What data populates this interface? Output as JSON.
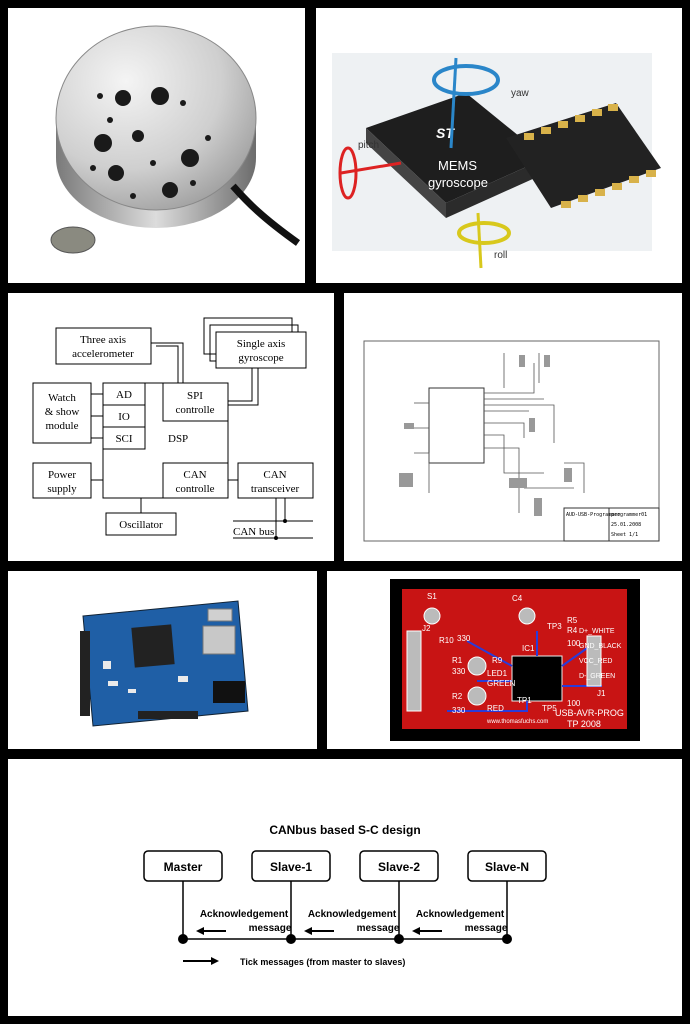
{
  "gyro_photo": {
    "labels": {
      "yaw": "yaw",
      "pitch": "pitch",
      "roll": "roll"
    },
    "chip_text": {
      "brand": "ST",
      "line1": "MEMS",
      "line2": "gyroscope"
    }
  },
  "block_diagram": {
    "accelerometer": [
      "Three axis",
      "accelerometer"
    ],
    "gyroscope": [
      "Single axis",
      "gyroscope"
    ],
    "watch_module": [
      "Watch",
      "& show",
      "module"
    ],
    "power_supply": [
      "Power",
      "supply"
    ],
    "ad": "AD",
    "io": "IO",
    "sci": "SCI",
    "dsp": "DSP",
    "spi": [
      "SPI",
      "controlle"
    ],
    "can_ctrl": [
      "CAN",
      "controlle"
    ],
    "can_trans": [
      "CAN",
      "transceiver"
    ],
    "oscillator": "Oscillator",
    "can_bus": "CAN bus"
  },
  "schematic": {
    "title_block": [
      "AUD-USB-Programmer",
      "programmer01",
      "25.01.2008",
      "Sheet 1/1"
    ]
  },
  "pcb_layout": {
    "labels": [
      "S1",
      "R10",
      "R1",
      "R2",
      "330",
      "330",
      "330",
      "100",
      "100",
      "R5",
      "R4",
      "R9",
      "C4",
      "LED1",
      "GREEN",
      "RED",
      "IC1",
      "TP1",
      "TP3",
      "TP5",
      "J2",
      "J1",
      "D+_WHITE",
      "GND_BLACK",
      "VCC_RED",
      "D-_GREEN",
      "USB-AVR-PROG",
      "TP 2008",
      "www.thomasfuchs.com"
    ]
  },
  "can_design": {
    "title": "CANbus based S-C design",
    "nodes": [
      "Master",
      "Slave-1",
      "Slave-2",
      "Slave-N"
    ],
    "ack_label": [
      "Acknowledgement",
      "message"
    ],
    "legend": "Tick messages (from master to slaves)"
  }
}
